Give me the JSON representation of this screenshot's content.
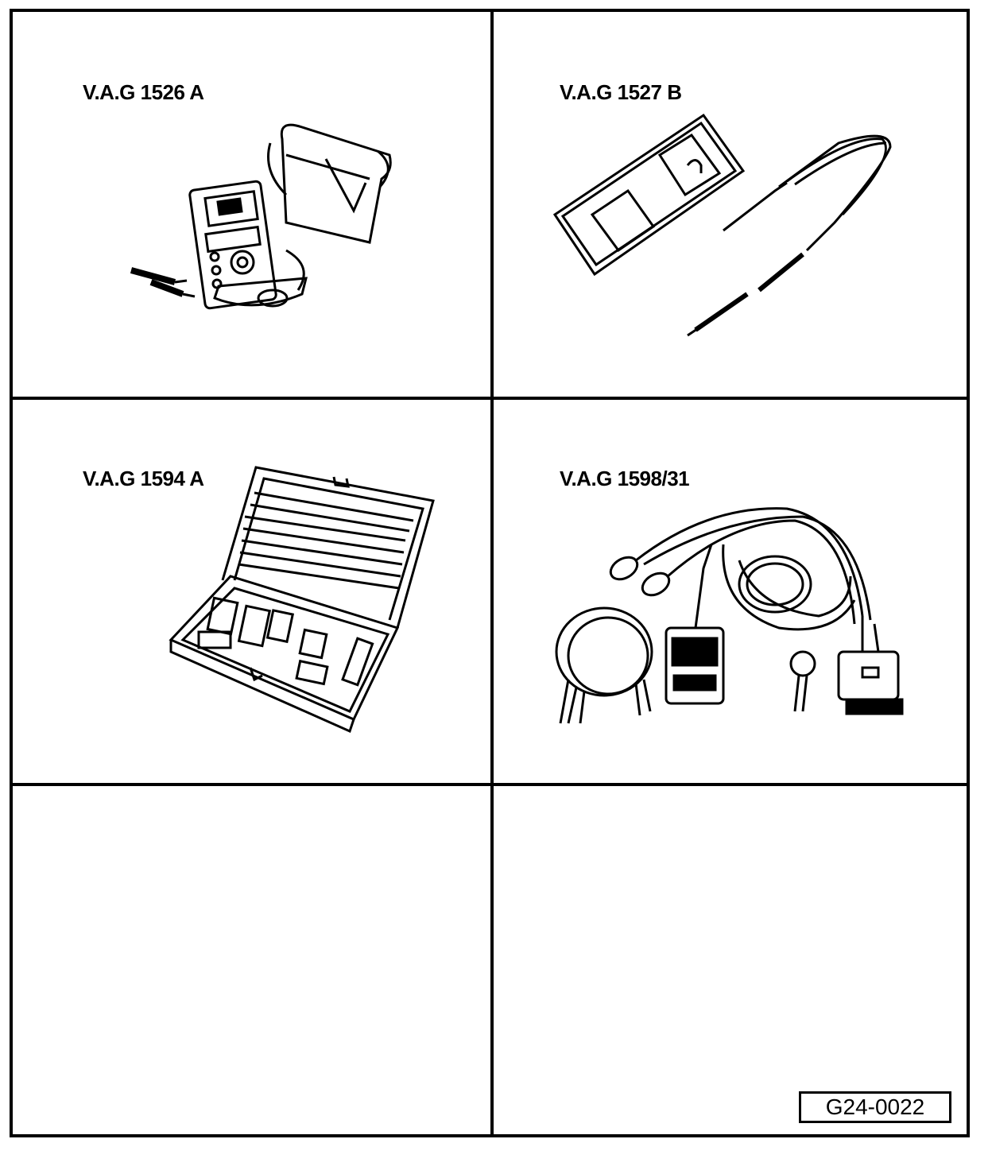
{
  "tools": [
    {
      "label": "V.A.G 1526 A",
      "icon": "multimeter-with-case-icon"
    },
    {
      "label": "V.A.G 1527 B",
      "icon": "voltage-tester-with-probes-icon"
    },
    {
      "label": "V.A.G 1594 A",
      "icon": "adapter-cable-kit-case-icon"
    },
    {
      "label": "V.A.G 1598/31",
      "icon": "test-box-cable-harness-icon"
    }
  ],
  "reference": "G24-0022"
}
